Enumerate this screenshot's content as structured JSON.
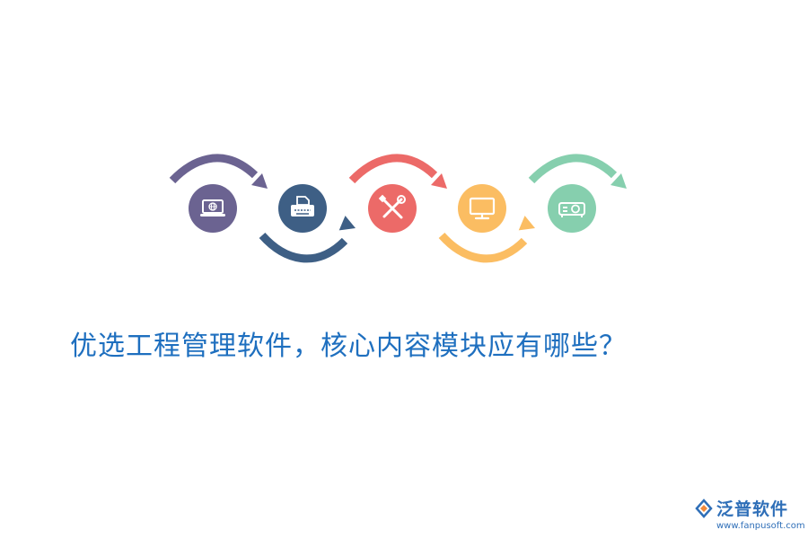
{
  "headline": "优选工程管理软件，核心内容模块应有哪些？",
  "steps": [
    {
      "icon": "laptop-globe-icon",
      "color": "#6b6391",
      "arrow": "over"
    },
    {
      "icon": "typewriter-icon",
      "color": "#3e5f85",
      "arrow": "under"
    },
    {
      "icon": "tools-icon",
      "color": "#ec6a68",
      "arrow": "over"
    },
    {
      "icon": "monitor-icon",
      "color": "#fbbd62",
      "arrow": "under"
    },
    {
      "icon": "projector-icon",
      "color": "#86cfae",
      "arrow": "over"
    }
  ],
  "brand": {
    "name": "泛普软件",
    "url": "www.fanpusoft.com",
    "logo_icon": "fanpu-logo-icon",
    "colors": {
      "primary": "#2f6fb8",
      "accent": "#f08a3c"
    }
  },
  "colors": {
    "headline": "#1e6fbf"
  }
}
